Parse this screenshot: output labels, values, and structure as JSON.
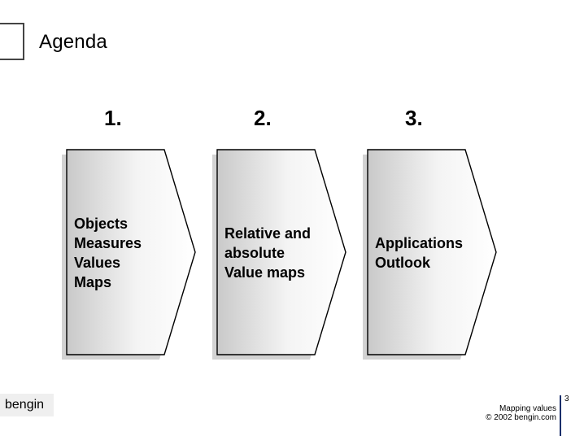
{
  "slide": {
    "title": "Agenda",
    "steps": [
      {
        "number": "1.",
        "lines": [
          "Objects",
          "Measures",
          "Values",
          "Maps"
        ]
      },
      {
        "number": "2.",
        "lines": [
          "Relative and",
          "absolute",
          "Value maps"
        ]
      },
      {
        "number": "3.",
        "lines": [
          "Applications",
          "Outlook"
        ]
      }
    ]
  },
  "footer": {
    "logo": "bengin",
    "line1": "Mapping values",
    "line2": "© 2002 bengin.com",
    "page_number": "3"
  },
  "colors": {
    "arrow_outline": "#000000",
    "arrow_gradient_light": "#ffffff",
    "arrow_gradient_dark": "#c8c8c8",
    "shadow": "#cfcfcf",
    "footer_rule": "#1b2f6b"
  }
}
